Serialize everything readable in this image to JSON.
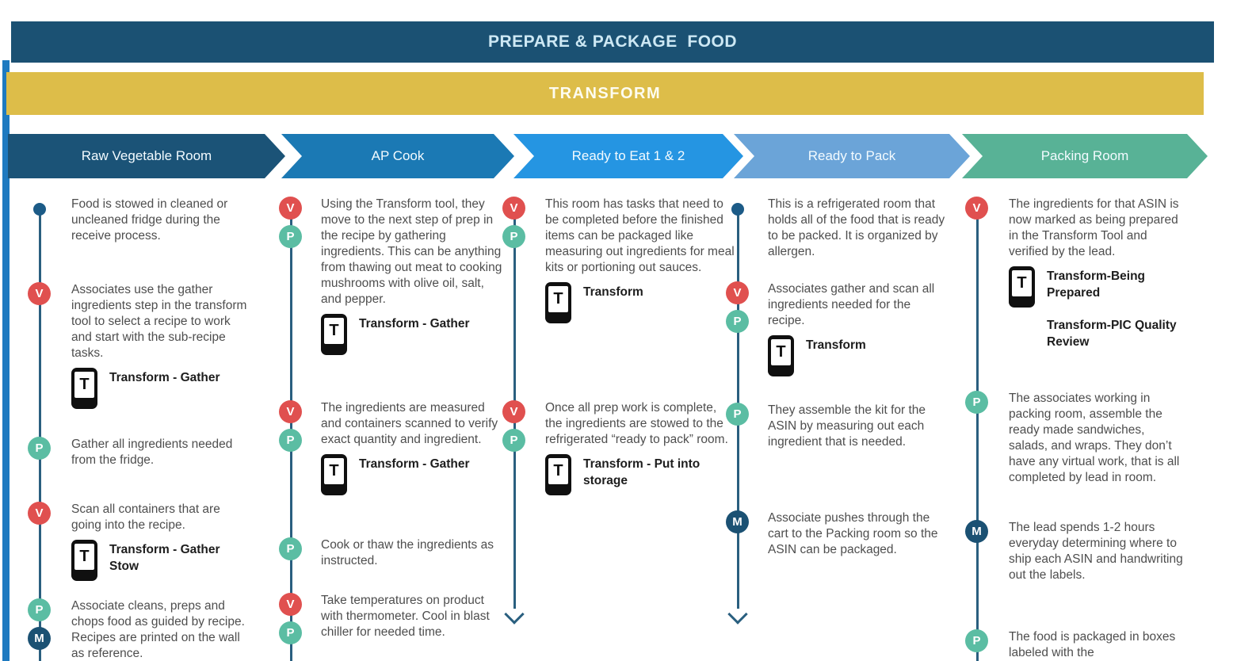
{
  "banners": {
    "title": "PREPARE & PACKAGE  FOOD",
    "phase": "TRANSFORM"
  },
  "colors": {
    "navy_banner": "#1b5173",
    "gold_banner": "#ddbd49",
    "left_bar": "#1e7ac0",
    "timeline_line": "#2a5f7f",
    "dot": "#1c5b87",
    "badge_v_red": "#e0504f",
    "badge_p_teal": "#5bbda3",
    "badge_m_navy": "#1b5173",
    "stage_colors": [
      "#1b5377",
      "#1b79b4",
      "#2595e2",
      "#6ba4d8",
      "#58b296"
    ]
  },
  "icons": {
    "phone_screen_glyph": "T"
  },
  "columns": [
    {
      "header": "Raw Vegetable Room",
      "items": [
        {
          "marker": "dot",
          "badges": [],
          "text": "Food is stowed in cleaned or uncleaned fridge during the receive process."
        },
        {
          "badges": [
            "V"
          ],
          "text": "Associates use the gather ingredients step in the transform tool to select a recipe to work and start with the sub-recipe tasks.",
          "apps": [
            {
              "icon": true,
              "label": "Transform - Gather"
            }
          ]
        },
        {
          "badges": [
            "P"
          ],
          "text": "Gather all ingredients needed from the fridge."
        },
        {
          "badges": [
            "V"
          ],
          "text": "Scan all containers that are going into the recipe.",
          "apps": [
            {
              "icon": true,
              "label": "Transform - Gather Stow"
            }
          ]
        },
        {
          "badges": [
            "P",
            "M"
          ],
          "text": "Associate cleans, preps and chops food as guided by recipe. Recipes are printed on the wall as reference."
        }
      ]
    },
    {
      "header": "AP Cook",
      "items": [
        {
          "badges": [
            "V",
            "P"
          ],
          "text": "Using the Transform tool, they move to the next step of prep in the recipe by gathering ingredients. This can be anything from thawing out meat to cooking mushrooms with olive oil, salt, and pepper.",
          "apps": [
            {
              "icon": true,
              "label": "Transform - Gather"
            }
          ]
        },
        {
          "badges": [
            "V",
            "P"
          ],
          "text": "The ingredients are measured and containers scanned to verify exact quantity and ingredient.",
          "apps": [
            {
              "icon": true,
              "label": "Transform - Gather"
            }
          ]
        },
        {
          "badges": [
            "P"
          ],
          "text": "Cook or thaw the ingredients as instructed."
        },
        {
          "badges": [
            "V",
            "P"
          ],
          "text": "Take temperatures on product with thermometer. Cool in blast chiller for needed time."
        }
      ]
    },
    {
      "header": "Ready to Eat 1 & 2",
      "items": [
        {
          "badges": [
            "V",
            "P"
          ],
          "text": "This room has tasks that need to be completed before the finished items can be packaged like measuring out ingredients for meal kits or portioning out sauces.",
          "apps": [
            {
              "icon": true,
              "label": "Transform"
            }
          ]
        },
        {
          "badges": [
            "V",
            "P"
          ],
          "text": "Once all prep work is complete, the ingredients are stowed to the refrigerated “ready to pack” room.",
          "apps": [
            {
              "icon": true,
              "label": "Transform - Put into storage"
            }
          ]
        }
      ]
    },
    {
      "header": "Ready to Pack",
      "items": [
        {
          "marker": "dot",
          "badges": [],
          "text": "This is a refrigerated room that holds all of the food that is ready to be packed. It is organized by allergen."
        },
        {
          "badges": [
            "V",
            "P"
          ],
          "text": "Associates gather and scan all ingredients needed for the recipe.",
          "apps": [
            {
              "icon": true,
              "label": "Transform"
            }
          ]
        },
        {
          "badges": [
            "P"
          ],
          "text": "They assemble the kit for the ASIN by measuring out each ingredient that is needed."
        },
        {
          "badges": [
            "M"
          ],
          "text": "Associate pushes through the cart to the Packing room so the ASIN can be packaged."
        }
      ]
    },
    {
      "header": "Packing Room",
      "items": [
        {
          "badges": [
            "V"
          ],
          "text": "The ingredients for that ASIN is now marked as being prepared in the Transform Tool and verified by the lead.",
          "apps": [
            {
              "icon": true,
              "label": "Transform-Being Prepared"
            },
            {
              "icon": false,
              "label": "Transform-PIC Quality Review"
            }
          ]
        },
        {
          "badges": [
            "P"
          ],
          "text": "The associates working in packing room, assemble the ready made sandwiches, salads, and wraps. They don’t have any virtual work, that is all completed by lead in room."
        },
        {
          "badges": [
            "M"
          ],
          "text": "The lead spends 1-2 hours everyday determining where to ship each ASIN and handwriting out the labels."
        },
        {
          "badges": [
            "P"
          ],
          "text": "The food is packaged in boxes labeled with the"
        }
      ]
    }
  ]
}
